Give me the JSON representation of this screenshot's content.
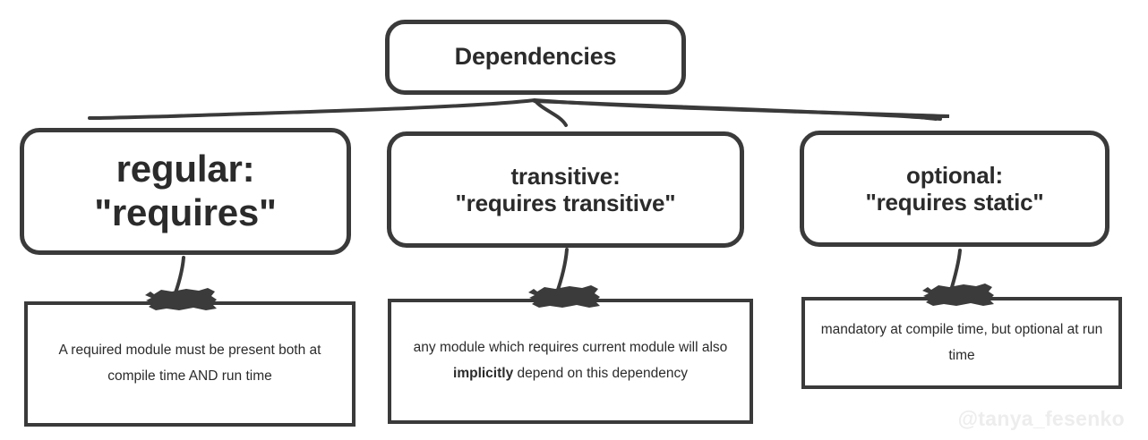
{
  "diagram": {
    "title": "Dependencies",
    "root": {
      "label": "Dependencies"
    },
    "branches": [
      {
        "key": "regular",
        "kind_label": "regular:",
        "syntax_label": "\"requires\"",
        "note_prefix": "A required module must be present both at compile time AND run time",
        "note_emphasis": "",
        "note_suffix": ""
      },
      {
        "key": "transitive",
        "kind_label": "transitive:",
        "syntax_label": "\"requires transitive\"",
        "note_prefix": "any module which requires current module will also ",
        "note_emphasis": "implicitly",
        "note_suffix": " depend on this dependency"
      },
      {
        "key": "optional",
        "kind_label": "optional:",
        "syntax_label": "\"requires static\"",
        "note_prefix": "mandatory at compile time, but optional at run time",
        "note_emphasis": "",
        "note_suffix": ""
      }
    ],
    "watermark": "@tanya_fesenko",
    "colors": {
      "stroke": "#3a3a3a",
      "text": "#2b2b2b",
      "background": "#ffffff",
      "tape": "#3b3b3b",
      "watermark": "#ededed"
    }
  }
}
